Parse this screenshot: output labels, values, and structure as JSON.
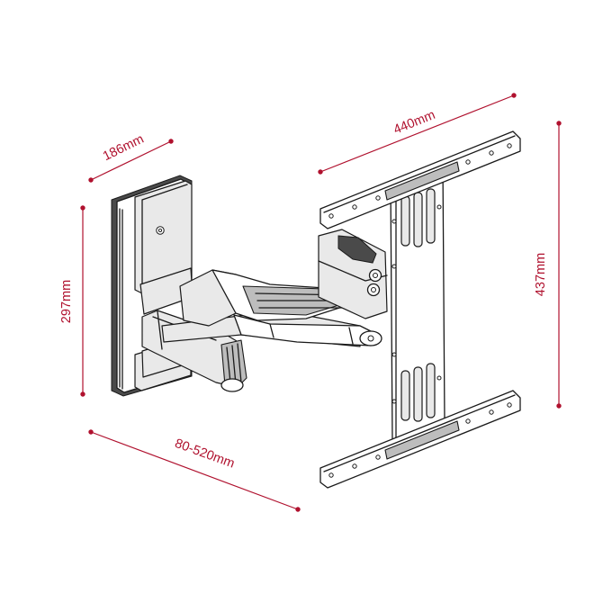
{
  "colors": {
    "dimension": "#b0112e",
    "drawing": "#1a1a1a",
    "background": "#ffffff"
  },
  "dimensions": {
    "depth_wall_plate": "186mm",
    "plate_width": "440mm",
    "plate_height": "437mm",
    "wall_plate_height": "297mm",
    "arm_extension": "80-520mm"
  }
}
